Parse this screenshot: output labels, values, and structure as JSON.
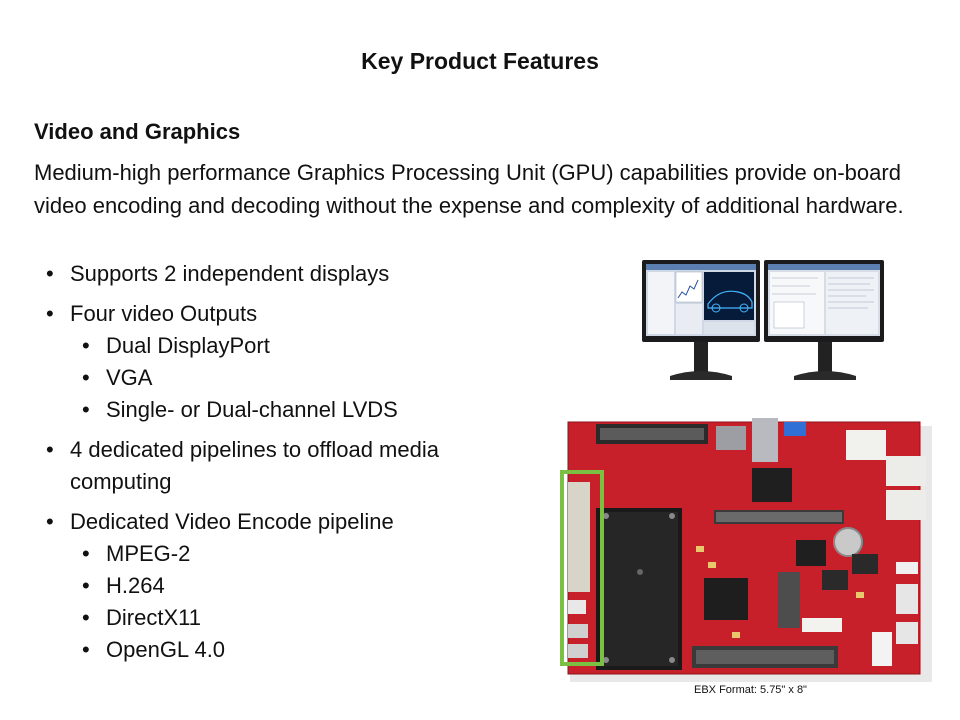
{
  "slide": {
    "title": "Key Product Features",
    "section_title": "Video and Graphics",
    "paragraph": "Medium-high performance Graphics Processing Unit (GPU) capabilities provide on-board video encoding and decoding without the expense and complexity of additional hardware.",
    "bullets": [
      {
        "text": "Supports 2 independent displays",
        "sub": []
      },
      {
        "text": "Four video Outputs",
        "sub": [
          "Dual DisplayPort",
          "VGA",
          "Single- or Dual-channel LVDS"
        ]
      },
      {
        "text": "4 dedicated pipelines to offload media computing",
        "sub": []
      },
      {
        "text": "Dedicated Video Encode pipeline",
        "sub": [
          "MPEG-2",
          "H.264",
          "DirectX11",
          "OpenGL 4.0"
        ]
      }
    ],
    "board_caption": "EBX Format: 5.75\"  x 8\"",
    "board_highlight_color": "#7ac143",
    "board_color": "#c8202a"
  }
}
